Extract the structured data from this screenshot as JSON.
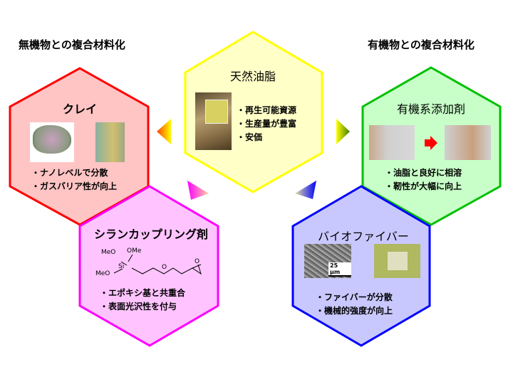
{
  "headings": {
    "inorganic": "無機物との複合材料化",
    "organic": "有機物との複合材料化"
  },
  "center": {
    "title": "天然油脂",
    "bullets": [
      "・再生可能資源",
      "・生産量が豊富",
      "・安価"
    ]
  },
  "clay": {
    "title": "クレイ",
    "bullets": [
      "・ナノレベルで分散",
      "・ガスバリア性が向上"
    ]
  },
  "organic_additive": {
    "title": "有機系添加剤",
    "bullets": [
      "・油脂と良好に相溶",
      "・靭性が大幅に向上"
    ]
  },
  "silane": {
    "title": "シランカップリング剤",
    "bullets": [
      "・エポキシ基と共重合",
      "・表面光沢性を付与"
    ],
    "structure_labels": {
      "meo1": "MeO",
      "ome": "OMe",
      "meo2": "MeO",
      "si": "Si",
      "o": "O",
      "epoxy_o": "O"
    }
  },
  "biofiber": {
    "title": "バイオファイバー",
    "bullets": [
      "・ファイバーが分散",
      "・機械的強度が向上"
    ],
    "scale_bar": "25 μm"
  },
  "colors": {
    "red": "#ff0000",
    "yellow": "#ffff00",
    "green": "#00c000",
    "magenta": "#ff00ff",
    "blue": "#0000ff"
  }
}
